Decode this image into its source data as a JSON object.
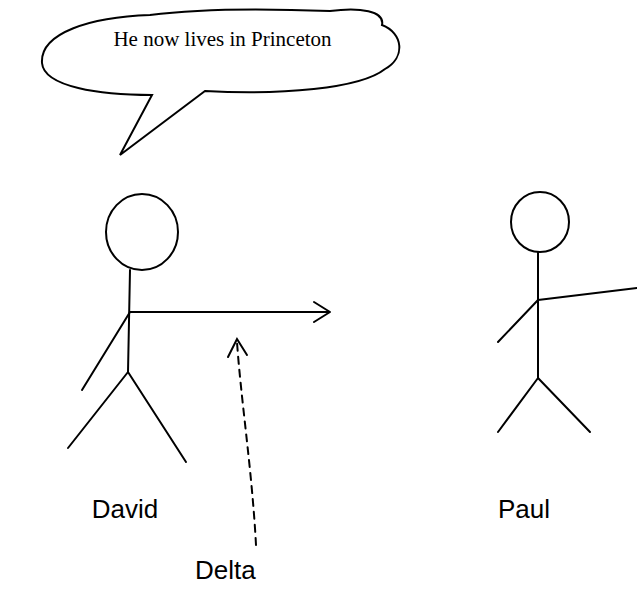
{
  "diagram": {
    "nodes": [
      {
        "text": [
          "He now lives in Princeton"
        ]
      },
      {
        "text": [
          "David"
        ]
      },
      {
        "text": [
          "Paul"
        ]
      }
    ],
    "edges": [
      {
        "from": 1,
        "to": 2,
        "arrow": "to"
      }
    ],
    "labels": [
      "Delta"
    ]
  }
}
